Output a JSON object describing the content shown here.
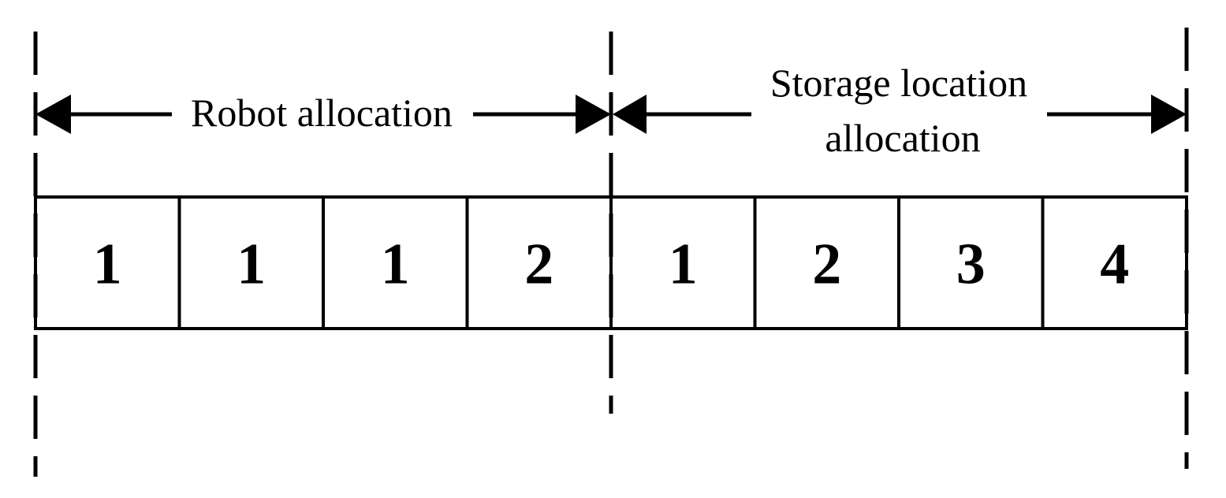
{
  "sections": {
    "robot": {
      "label": "Robot allocation"
    },
    "storage": {
      "label_line1": "Storage location",
      "label_line2": "allocation"
    }
  },
  "cells": [
    {
      "section": "robot",
      "value": "1"
    },
    {
      "section": "robot",
      "value": "1"
    },
    {
      "section": "robot",
      "value": "1"
    },
    {
      "section": "robot",
      "value": "2"
    },
    {
      "section": "storage",
      "value": "1"
    },
    {
      "section": "storage",
      "value": "2"
    },
    {
      "section": "storage",
      "value": "3"
    },
    {
      "section": "storage",
      "value": "4"
    }
  ],
  "colors": {
    "line": "#000000",
    "background": "#ffffff"
  }
}
